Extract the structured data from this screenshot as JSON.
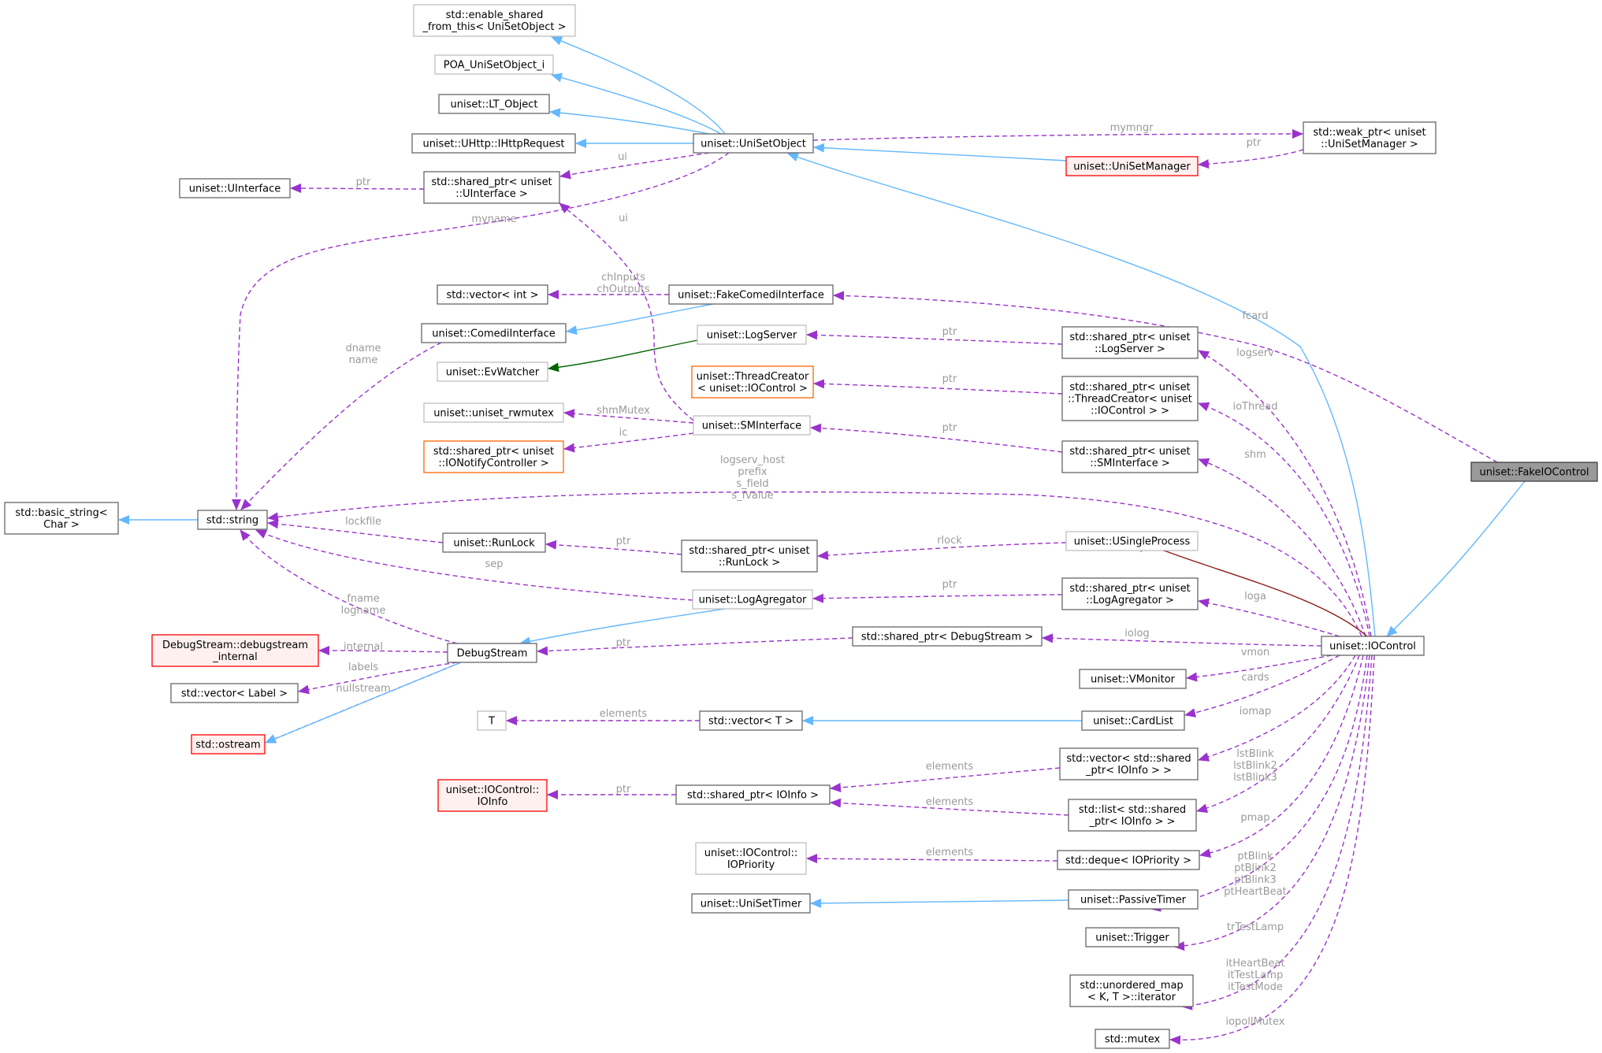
{
  "colors": {
    "inherit": "#63b8ff",
    "usage": "#9a32cd",
    "private_inherit": "#006400",
    "protected_inherit": "#8b1a1a",
    "box_normal": "#666666",
    "box_external": "#bfbfbf",
    "box_red": "#ff0000",
    "box_orange": "#ff6600",
    "fill_red": "#fff0f0",
    "fill_focus": "#999999",
    "label_text": "#9a9a9a"
  },
  "nodes": [
    {
      "id": "enable_shared",
      "lines": [
        "std::enable_shared",
        "_from_this< UniSetObject >"
      ],
      "style": "external"
    },
    {
      "id": "poa",
      "lines": [
        "POA_UniSetObject_i"
      ],
      "style": "external"
    },
    {
      "id": "lt_object",
      "lines": [
        "uniset::LT_Object"
      ],
      "style": "normal"
    },
    {
      "id": "ihttp",
      "lines": [
        "uniset::UHttp::IHttpRequest"
      ],
      "style": "normal"
    },
    {
      "id": "unisetobject",
      "lines": [
        "uniset::UniSetObject"
      ],
      "style": "normal"
    },
    {
      "id": "weak_ptr_mgr",
      "lines": [
        "std::weak_ptr< uniset",
        "::UniSetManager >"
      ],
      "style": "normal"
    },
    {
      "id": "unisetmanager",
      "lines": [
        "uniset::UniSetManager"
      ],
      "style": "red"
    },
    {
      "id": "uinterface",
      "lines": [
        "uniset::UInterface"
      ],
      "style": "normal"
    },
    {
      "id": "sp_uinterface",
      "lines": [
        "std::shared_ptr< uniset",
        "::UInterface >"
      ],
      "style": "normal"
    },
    {
      "id": "vector_int",
      "lines": [
        "std::vector< int >"
      ],
      "style": "normal"
    },
    {
      "id": "fakecomedi",
      "lines": [
        "uniset::FakeComediInterface"
      ],
      "style": "normal"
    },
    {
      "id": "comedi",
      "lines": [
        "uniset::ComediInterface"
      ],
      "style": "normal"
    },
    {
      "id": "logserver",
      "lines": [
        "uniset::LogServer"
      ],
      "style": "external"
    },
    {
      "id": "sp_logserver",
      "lines": [
        "std::shared_ptr< uniset",
        "::LogServer >"
      ],
      "style": "normal"
    },
    {
      "id": "evwatcher",
      "lines": [
        "uniset::EvWatcher"
      ],
      "style": "external"
    },
    {
      "id": "threadcreator",
      "lines": [
        "uniset::ThreadCreator",
        "< uniset::IOControl >"
      ],
      "style": "orange"
    },
    {
      "id": "sp_threadcreator",
      "lines": [
        "std::shared_ptr< uniset",
        "::ThreadCreator< uniset",
        "::IOControl > >"
      ],
      "style": "normal"
    },
    {
      "id": "rwmutex",
      "lines": [
        "uniset::uniset_rwmutex"
      ],
      "style": "external"
    },
    {
      "id": "sminterface",
      "lines": [
        "uniset::SMInterface"
      ],
      "style": "external"
    },
    {
      "id": "sp_ionotify",
      "lines": [
        "std::shared_ptr< uniset",
        "::IONotifyController >"
      ],
      "style": "orange"
    },
    {
      "id": "sp_sminterface",
      "lines": [
        "std::shared_ptr< uniset",
        "::SMInterface >"
      ],
      "style": "normal"
    },
    {
      "id": "fakeiocontrol",
      "lines": [
        "uniset::FakeIOControl"
      ],
      "style": "focus"
    },
    {
      "id": "basic_string",
      "lines": [
        "std::basic_string<",
        "Char >"
      ],
      "style": "normal"
    },
    {
      "id": "stdstring",
      "lines": [
        "std::string"
      ],
      "style": "normal"
    },
    {
      "id": "runlock",
      "lines": [
        "uniset::RunLock"
      ],
      "style": "normal"
    },
    {
      "id": "sp_runlock",
      "lines": [
        "std::shared_ptr< uniset",
        "::RunLock >"
      ],
      "style": "normal"
    },
    {
      "id": "usingleprocess",
      "lines": [
        "uniset::USingleProcess"
      ],
      "style": "external"
    },
    {
      "id": "logagregator",
      "lines": [
        "uniset::LogAgregator"
      ],
      "style": "external"
    },
    {
      "id": "sp_logagregator",
      "lines": [
        "std::shared_ptr< uniset",
        "::LogAgregator >"
      ],
      "style": "normal"
    },
    {
      "id": "debugstream_internal",
      "lines": [
        "DebugStream::debugstream",
        "_internal"
      ],
      "style": "red"
    },
    {
      "id": "debugstream",
      "lines": [
        "DebugStream"
      ],
      "style": "normal"
    },
    {
      "id": "sp_debugstream",
      "lines": [
        "std::shared_ptr< DebugStream >"
      ],
      "style": "normal"
    },
    {
      "id": "iocontrol",
      "lines": [
        "uniset::IOControl"
      ],
      "style": "normal"
    },
    {
      "id": "vector_label",
      "lines": [
        "std::vector< Label >"
      ],
      "style": "normal"
    },
    {
      "id": "vmonitor",
      "lines": [
        "uniset::VMonitor"
      ],
      "style": "normal"
    },
    {
      "id": "ostream",
      "lines": [
        "std::ostream"
      ],
      "style": "red"
    },
    {
      "id": "T",
      "lines": [
        "T"
      ],
      "style": "external"
    },
    {
      "id": "vector_T",
      "lines": [
        "std::vector< T >"
      ],
      "style": "normal"
    },
    {
      "id": "cardlist",
      "lines": [
        "uniset::CardList"
      ],
      "style": "normal"
    },
    {
      "id": "ioinfo",
      "lines": [
        "uniset::IOControl::",
        "IOInfo"
      ],
      "style": "red"
    },
    {
      "id": "sp_ioinfo",
      "lines": [
        "std::shared_ptr< IOInfo >"
      ],
      "style": "normal"
    },
    {
      "id": "vector_sp_ioinfo",
      "lines": [
        "std::vector< std::shared",
        "_ptr< IOInfo > >"
      ],
      "style": "normal"
    },
    {
      "id": "list_sp_ioinfo",
      "lines": [
        "std::list< std::shared",
        "_ptr< IOInfo > >"
      ],
      "style": "normal"
    },
    {
      "id": "iopriority",
      "lines": [
        "uniset::IOControl::",
        "IOPriority"
      ],
      "style": "external"
    },
    {
      "id": "deque_iopriority",
      "lines": [
        "std::deque< IOPriority >"
      ],
      "style": "normal"
    },
    {
      "id": "unisettimer",
      "lines": [
        "uniset::UniSetTimer"
      ],
      "style": "normal"
    },
    {
      "id": "passivetimer",
      "lines": [
        "uniset::PassiveTimer"
      ],
      "style": "normal"
    },
    {
      "id": "trigger",
      "lines": [
        "uniset::Trigger"
      ],
      "style": "normal"
    },
    {
      "id": "unordered_map_it",
      "lines": [
        "std::unordered_map",
        "< K, T >::iterator"
      ],
      "style": "normal"
    },
    {
      "id": "mutex",
      "lines": [
        "std::mutex"
      ],
      "style": "normal"
    }
  ],
  "edges": [
    {
      "from": "unisetobject",
      "to": "enable_shared",
      "kind": "inherit",
      "labels": []
    },
    {
      "from": "unisetobject",
      "to": "poa",
      "kind": "inherit",
      "labels": []
    },
    {
      "from": "unisetobject",
      "to": "lt_object",
      "kind": "inherit",
      "labels": []
    },
    {
      "from": "unisetobject",
      "to": "ihttp",
      "kind": "inherit",
      "labels": []
    },
    {
      "from": "unisetobject",
      "to": "weak_ptr_mgr",
      "kind": "usage",
      "labels": [
        "mymngr"
      ]
    },
    {
      "from": "weak_ptr_mgr",
      "to": "unisetmanager",
      "kind": "usage",
      "labels": [
        "ptr"
      ]
    },
    {
      "from": "unisetmanager",
      "to": "unisetobject",
      "kind": "inherit",
      "labels": []
    },
    {
      "from": "unisetobject",
      "to": "sp_uinterface",
      "kind": "usage",
      "labels": [
        "ui"
      ]
    },
    {
      "from": "sp_uinterface",
      "to": "uinterface",
      "kind": "usage",
      "labels": [
        "ptr"
      ]
    },
    {
      "from": "unisetobject",
      "to": "stdstring",
      "kind": "usage",
      "labels": [
        "myname"
      ]
    },
    {
      "from": "sminterface",
      "to": "sp_uinterface",
      "kind": "usage",
      "labels": [
        "ui"
      ]
    },
    {
      "from": "fakecomedi",
      "to": "vector_int",
      "kind": "usage",
      "labels": [
        "chInputs",
        "chOutputs"
      ]
    },
    {
      "from": "fakecomedi",
      "to": "comedi",
      "kind": "inherit",
      "labels": []
    },
    {
      "from": "comedi",
      "to": "stdstring",
      "kind": "usage",
      "labels": [
        "dname",
        "name"
      ]
    },
    {
      "from": "logserver",
      "to": "evwatcher",
      "kind": "private_inherit",
      "labels": []
    },
    {
      "from": "sp_logserver",
      "to": "logserver",
      "kind": "usage",
      "labels": [
        "ptr"
      ]
    },
    {
      "from": "sp_threadcreator",
      "to": "threadcreator",
      "kind": "usage",
      "labels": [
        "ptr"
      ]
    },
    {
      "from": "sminterface",
      "to": "rwmutex",
      "kind": "usage",
      "labels": [
        "shmMutex"
      ]
    },
    {
      "from": "sminterface",
      "to": "sp_ionotify",
      "kind": "usage",
      "labels": [
        "ic"
      ]
    },
    {
      "from": "sp_sminterface",
      "to": "sminterface",
      "kind": "usage",
      "labels": [
        "ptr"
      ]
    },
    {
      "from": "stdstring",
      "to": "basic_string",
      "kind": "inherit",
      "labels": []
    },
    {
      "from": "runlock",
      "to": "stdstring",
      "kind": "usage",
      "labels": [
        "lockfile"
      ]
    },
    {
      "from": "sp_runlock",
      "to": "runlock",
      "kind": "usage",
      "labels": [
        "ptr"
      ]
    },
    {
      "from": "usingleprocess",
      "to": "sp_runlock",
      "kind": "usage",
      "labels": [
        "rlock"
      ]
    },
    {
      "from": "logagregator",
      "to": "stdstring",
      "kind": "usage",
      "labels": [
        "sep"
      ]
    },
    {
      "from": "sp_logagregator",
      "to": "logagregator",
      "kind": "usage",
      "labels": [
        "ptr"
      ]
    },
    {
      "from": "logagregator",
      "to": "debugstream",
      "kind": "inherit",
      "labels": []
    },
    {
      "from": "debugstream",
      "to": "stdstring",
      "kind": "usage",
      "labels": [
        "fname",
        "logname"
      ]
    },
    {
      "from": "debugstream",
      "to": "debugstream_internal",
      "kind": "usage",
      "labels": [
        "internal"
      ]
    },
    {
      "from": "debugstream",
      "to": "vector_label",
      "kind": "usage",
      "labels": [
        "labels"
      ]
    },
    {
      "from": "debugstream",
      "to": "ostream",
      "kind": "usage",
      "labels": [
        "nullstream"
      ]
    },
    {
      "from": "debugstream",
      "to": "ostream",
      "kind": "inherit",
      "labels": []
    },
    {
      "from": "sp_debugstream",
      "to": "debugstream",
      "kind": "usage",
      "labels": [
        "ptr"
      ]
    },
    {
      "from": "vector_T",
      "to": "T",
      "kind": "usage",
      "labels": [
        "elements"
      ]
    },
    {
      "from": "cardlist",
      "to": "vector_T",
      "kind": "inherit",
      "labels": []
    },
    {
      "from": "sp_ioinfo",
      "to": "ioinfo",
      "kind": "usage",
      "labels": [
        "ptr"
      ]
    },
    {
      "from": "vector_sp_ioinfo",
      "to": "sp_ioinfo",
      "kind": "usage",
      "labels": [
        "elements"
      ]
    },
    {
      "from": "list_sp_ioinfo",
      "to": "sp_ioinfo",
      "kind": "usage",
      "labels": [
        "elements"
      ]
    },
    {
      "from": "deque_iopriority",
      "to": "iopriority",
      "kind": "usage",
      "labels": [
        "elements"
      ]
    },
    {
      "from": "passivetimer",
      "to": "unisettimer",
      "kind": "inherit",
      "labels": []
    },
    {
      "from": "iocontrol",
      "to": "unisetobject",
      "kind": "inherit",
      "labels": []
    },
    {
      "from": "fakeiocontrol",
      "to": "iocontrol",
      "kind": "inherit",
      "labels": []
    },
    {
      "from": "fakeiocontrol",
      "to": "fakecomedi",
      "kind": "usage",
      "labels": [
        "fcard"
      ]
    },
    {
      "from": "iocontrol",
      "to": "sp_logserver",
      "kind": "usage",
      "labels": [
        "logserv"
      ]
    },
    {
      "from": "iocontrol",
      "to": "sp_threadcreator",
      "kind": "usage",
      "labels": [
        "ioThread"
      ]
    },
    {
      "from": "iocontrol",
      "to": "sp_sminterface",
      "kind": "usage",
      "labels": [
        "shm"
      ]
    },
    {
      "from": "iocontrol",
      "to": "stdstring",
      "kind": "usage",
      "labels": [
        "logserv_host",
        "prefix",
        "s_field",
        "s_fvalue"
      ]
    },
    {
      "from": "iocontrol",
      "to": "usingleprocess",
      "kind": "protected_inherit",
      "labels": []
    },
    {
      "from": "iocontrol",
      "to": "sp_logagregator",
      "kind": "usage",
      "labels": [
        "loga"
      ]
    },
    {
      "from": "iocontrol",
      "to": "sp_debugstream",
      "kind": "usage",
      "labels": [
        "iolog"
      ]
    },
    {
      "from": "iocontrol",
      "to": "vmonitor",
      "kind": "usage",
      "labels": [
        "vmon"
      ]
    },
    {
      "from": "iocontrol",
      "to": "cardlist",
      "kind": "usage",
      "labels": [
        "cards"
      ]
    },
    {
      "from": "iocontrol",
      "to": "vector_sp_ioinfo",
      "kind": "usage",
      "labels": [
        "iomap"
      ]
    },
    {
      "from": "iocontrol",
      "to": "list_sp_ioinfo",
      "kind": "usage",
      "labels": [
        "lstBlink",
        "lstBlink2",
        "lstBlink3"
      ]
    },
    {
      "from": "iocontrol",
      "to": "deque_iopriority",
      "kind": "usage",
      "labels": [
        "pmap"
      ]
    },
    {
      "from": "iocontrol",
      "to": "passivetimer",
      "kind": "usage",
      "labels": [
        "ptBlink",
        "ptBlink2",
        "ptBlink3",
        "ptHeartBeat"
      ]
    },
    {
      "from": "iocontrol",
      "to": "trigger",
      "kind": "usage",
      "labels": [
        "trTestLamp"
      ]
    },
    {
      "from": "iocontrol",
      "to": "unordered_map_it",
      "kind": "usage",
      "labels": [
        "itHeartBeat",
        "itTestLamp",
        "itTestMode"
      ]
    },
    {
      "from": "iocontrol",
      "to": "mutex",
      "kind": "usage",
      "labels": [
        "iopollMutex"
      ]
    }
  ]
}
